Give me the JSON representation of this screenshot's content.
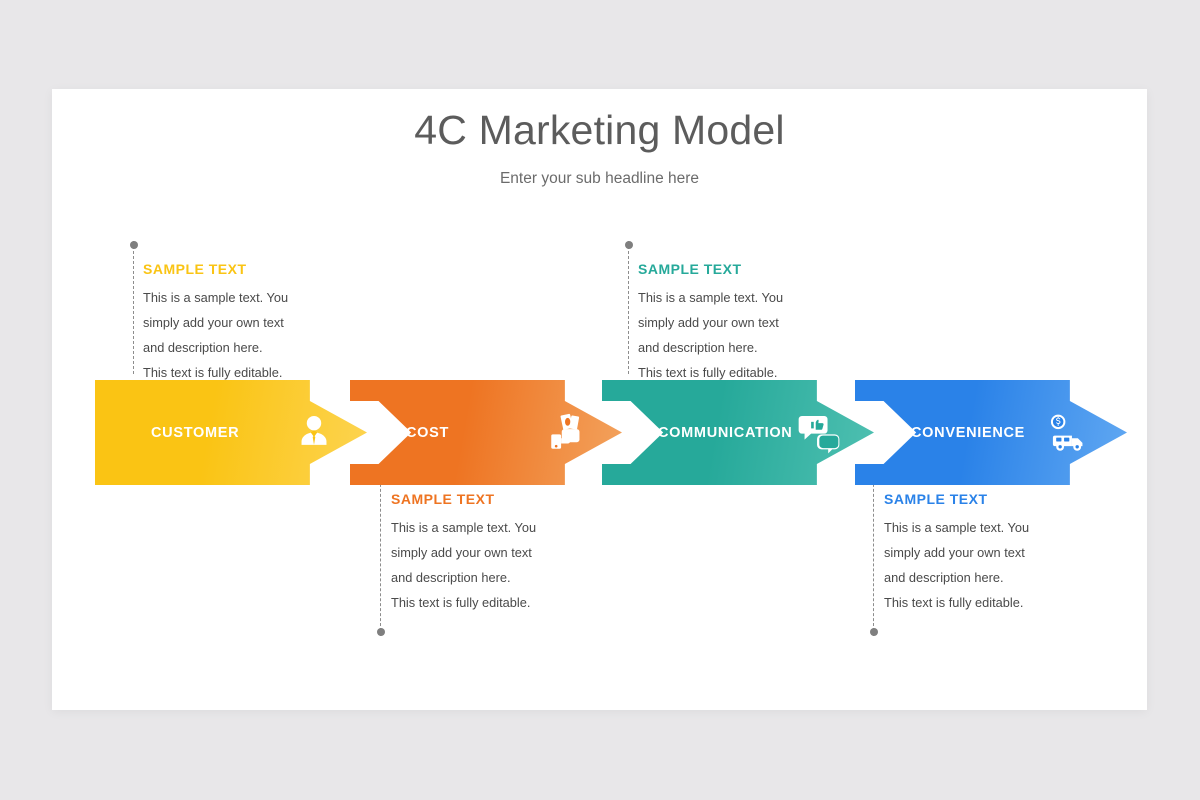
{
  "slide": {
    "title": "4C Marketing Model",
    "subtitle": "Enter your sub headline here",
    "background_color": "#e8e7e9",
    "canvas_color": "#ffffff",
    "title_color": "#5c5c5c",
    "connector_color": "#8d8d8d",
    "dot_color": "#7f7f7f"
  },
  "steps": [
    {
      "label": "CUSTOMER",
      "color": "#fac414",
      "color_light": "#fdd451",
      "icon": "businessperson-icon",
      "text_position": "above",
      "heading": "SAMPLE TEXT",
      "lines": [
        "This is a sample text. You",
        "simply add your own text",
        "and description here.",
        "This text is fully editable."
      ]
    },
    {
      "label": "COST",
      "color": "#ee7422",
      "color_light": "#f3a35e",
      "icon": "cash-in-hand-icon",
      "text_position": "below",
      "heading": "SAMPLE TEXT",
      "lines": [
        "This is a sample text. You",
        "simply add your own text",
        "and description here.",
        "This text is fully editable."
      ]
    },
    {
      "label": "COMMUNICATION",
      "color": "#26a99a",
      "color_light": "#4fc0b1",
      "icon": "speech-bubbles-icon",
      "text_position": "above",
      "heading": "SAMPLE TEXT",
      "lines": [
        "This is a sample text. You",
        "simply add your own text",
        "and description here.",
        "This text is fully editable."
      ]
    },
    {
      "label": "CONVENIENCE",
      "color": "#2a82e8",
      "color_light": "#61a8f2",
      "icon": "delivery-truck-icon",
      "text_position": "below",
      "heading": "SAMPLE TEXT",
      "lines": [
        "This is a sample text. You",
        "simply add your own text",
        "and description here.",
        "This text is fully editable."
      ]
    }
  ]
}
